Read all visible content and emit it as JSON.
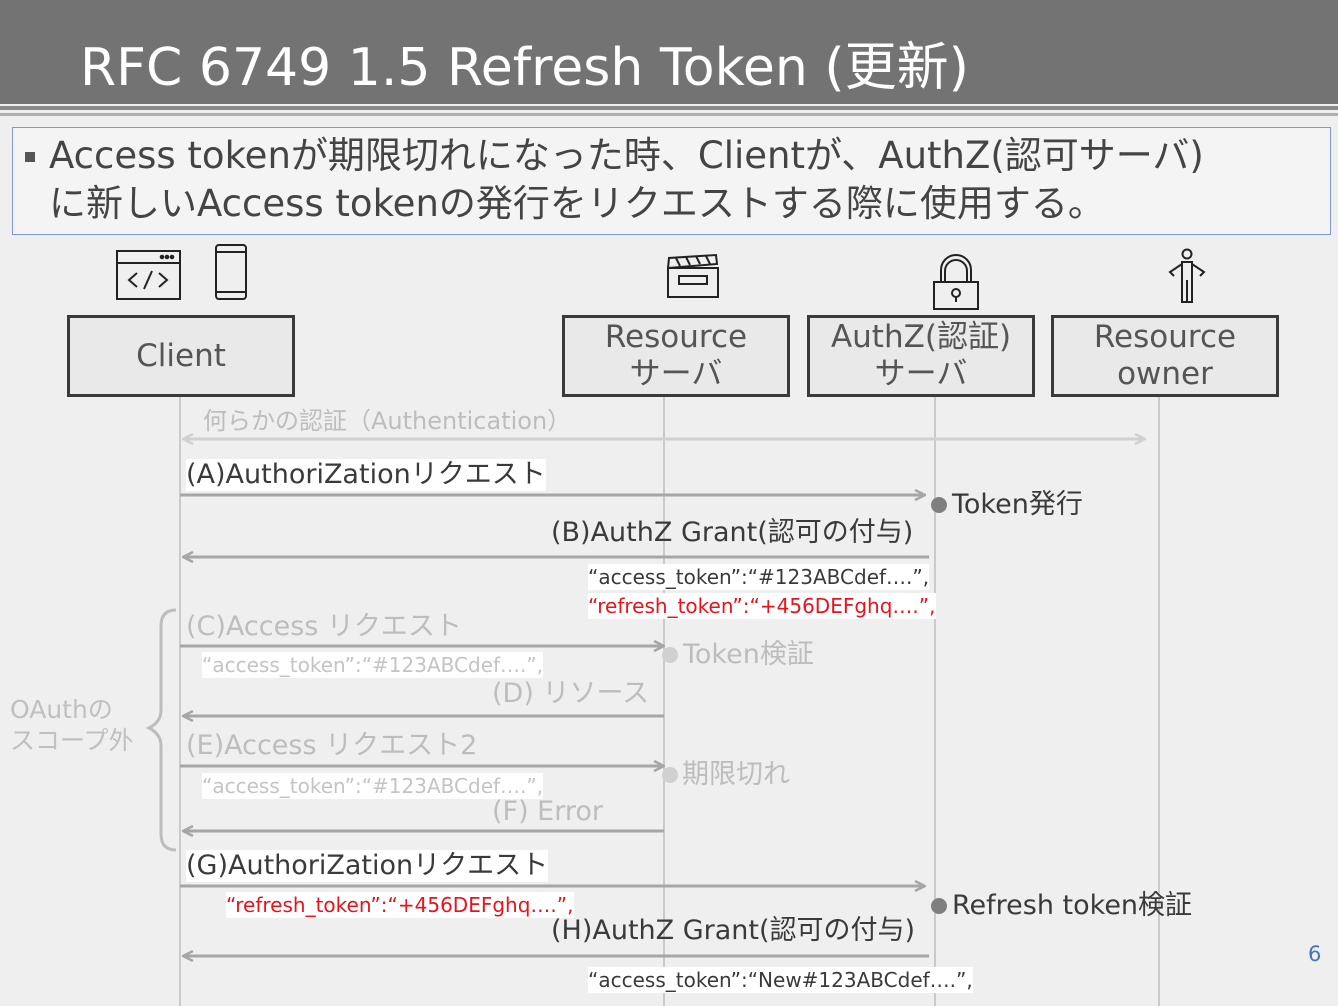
{
  "title": "RFC 6749 1.5 Refresh Token (更新)",
  "bullet": {
    "line1": "Access tokenが期限切れになった時、Clientが、AuthZ(認可サーバ)",
    "line2": "に新しいAccess tokenの発行をリクエストする際に使用する。"
  },
  "actors": {
    "client": "Client",
    "resource_server": {
      "line1": "Resource",
      "line2": "サーバ"
    },
    "authz_server": {
      "line1": "AuthZ(認証)",
      "line2": "サーバ"
    },
    "resource_owner": {
      "line1": "Resource",
      "line2": "owner"
    }
  },
  "icons": [
    "code-window-icon",
    "smartphone-icon",
    "clapperboard-icon",
    "padlock-icon",
    "person-icon"
  ],
  "messages": {
    "auth": "何らかの認証（Authentication）",
    "a": "(A)AuthoriZationリクエスト",
    "token_issue": "Token発行",
    "b": "(B)AuthZ Grant(認可の付与)",
    "b_access": "“access_token”:“#123ABCdef….”,",
    "b_refresh": "“refresh_token”:“+456DEFghq….”,",
    "c": "(C)Access リクエスト",
    "c_access": "“access_token”:“#123ABCdef….”,",
    "token_verify": "Token検証",
    "d": "(D) リソース",
    "e": "(E)Access リクエスト2",
    "e_access": "“access_token”:“#123ABCdef….”,",
    "expired": "期限切れ",
    "f": "(F) Error",
    "g": "(G)AuthoriZationリクエスト",
    "g_refresh": "“refresh_token”:“+456DEFghq….”,",
    "refresh_verify": "Refresh token検証",
    "h": "(H)AuthZ Grant(認可の付与)",
    "h_access": "“access_token”:“New#123ABCdef….”,"
  },
  "scope_label": "OAuthの\nスコープ外",
  "page_number": "6",
  "colors": {
    "title_bar": "#737373",
    "arrow": "#a6a6a6",
    "faint_arrow": "#d0d0d0",
    "red_text": "#e8131b",
    "page_number": "#4472c4"
  }
}
